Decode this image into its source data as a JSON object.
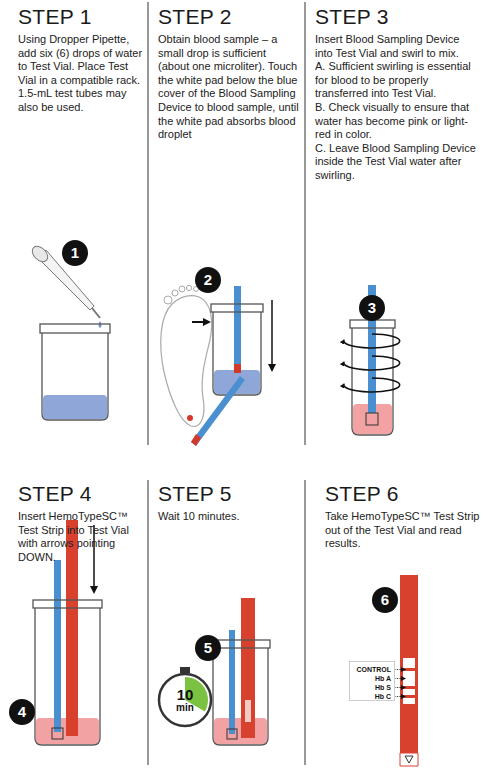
{
  "diagram": {
    "nodes": [
      {
        "text": [
          "10",
          "min"
        ]
      },
      {
        "text": [
          "CONTROL",
          "Hb A",
          "Hb S",
          "Hb C"
        ]
      }
    ],
    "labels": [
      "STEP 1",
      "Using Dropper Pipette, add six (6) drops of water to Test Vial. Place Test Vial in a compatible rack. 1.5-mL test tubes may also be used.",
      "STEP 2",
      "Obtain blood sample – a small drop is sufficient (about one microliter). Touch the white pad below the blue cover of the Blood Sampling Device to blood sample, until the white pad absorbs blood droplet",
      "STEP 3",
      "Insert Blood Sampling Device into Test Vial and swirl to mix.",
      "A. Sufficient swirling is essential for blood to be properly transferred into Test Vial.",
      "B. Check visually to ensure that water has become pink or light-red in color.",
      "C. Leave Blood Sampling Device inside the Test Vial water after swirling.",
      "1",
      "2",
      "3",
      "STEP 4",
      "Insert HemoTypeSC™ Test Strip into Test Vial with arrows pointing DOWN.",
      "STEP 5",
      "Wait 10 minutes.",
      "STEP 6",
      "Take HemoTypeSC™ Test Strip out of the Test Vial and read results.",
      "4",
      "5",
      "6"
    ]
  }
}
